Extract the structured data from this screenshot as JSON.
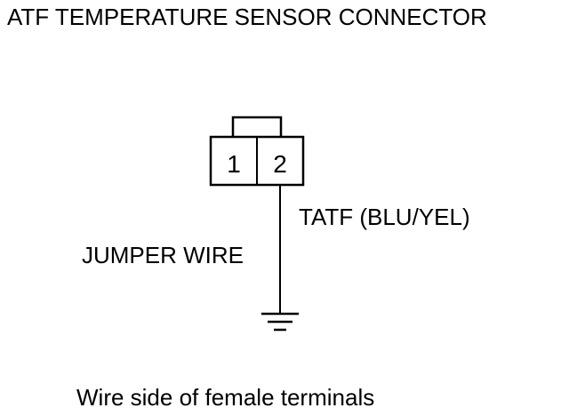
{
  "diagram": {
    "title": "ATF TEMPERATURE SENSOR CONNECTOR",
    "connector": {
      "terminals": [
        "1",
        "2"
      ]
    },
    "wire_label": "TATF (BLU/YEL)",
    "jumper_label": "JUMPER WIRE",
    "caption": "Wire side of female terminals"
  }
}
